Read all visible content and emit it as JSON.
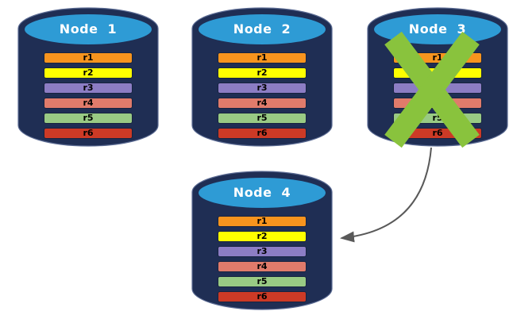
{
  "colors": {
    "cylinder_body": "#1F2E54",
    "cylinder_edge": "#5A6A92",
    "cylinder_top": "#2E9BD5",
    "node_title_text": "#FFFFFF",
    "x_mark": "#89C33D",
    "arrow": "#595959"
  },
  "nodes": [
    {
      "label": "Node 1",
      "status": "active",
      "rows": [
        {
          "label": "r1",
          "color": "#F7941E"
        },
        {
          "label": "r2",
          "color": "#FFFF00"
        },
        {
          "label": "r3",
          "color": "#8C7DC4"
        },
        {
          "label": "r4",
          "color": "#E07B6B"
        },
        {
          "label": "r5",
          "color": "#99CA84"
        },
        {
          "label": "r6",
          "color": "#CC3A26"
        }
      ]
    },
    {
      "label": "Node 2",
      "status": "active",
      "rows": [
        {
          "label": "r1",
          "color": "#F7941E"
        },
        {
          "label": "r2",
          "color": "#FFFF00"
        },
        {
          "label": "r3",
          "color": "#8C7DC4"
        },
        {
          "label": "r4",
          "color": "#E07B6B"
        },
        {
          "label": "r5",
          "color": "#99CA84"
        },
        {
          "label": "r6",
          "color": "#CC3A26"
        }
      ]
    },
    {
      "label": "Node 3",
      "status": "failed",
      "rows": [
        {
          "label": "r1",
          "color": "#F7941E"
        },
        {
          "label": "r2",
          "color": "#FFFF00"
        },
        {
          "label": "r3",
          "color": "#8C7DC4"
        },
        {
          "label": "r4",
          "color": "#E07B6B"
        },
        {
          "label": "r5",
          "color": "#99CA84"
        },
        {
          "label": "r6",
          "color": "#CC3A26"
        }
      ]
    },
    {
      "label": "Node 4",
      "status": "active",
      "rows": [
        {
          "label": "r1",
          "color": "#F7941E"
        },
        {
          "label": "r2",
          "color": "#FFFF00"
        },
        {
          "label": "r3",
          "color": "#8C7DC4"
        },
        {
          "label": "r4",
          "color": "#E07B6B"
        },
        {
          "label": "r5",
          "color": "#99CA84"
        },
        {
          "label": "r6",
          "color": "#CC3A26"
        }
      ]
    }
  ],
  "arrow": {
    "from": "Node 3",
    "to": "Node 4"
  }
}
